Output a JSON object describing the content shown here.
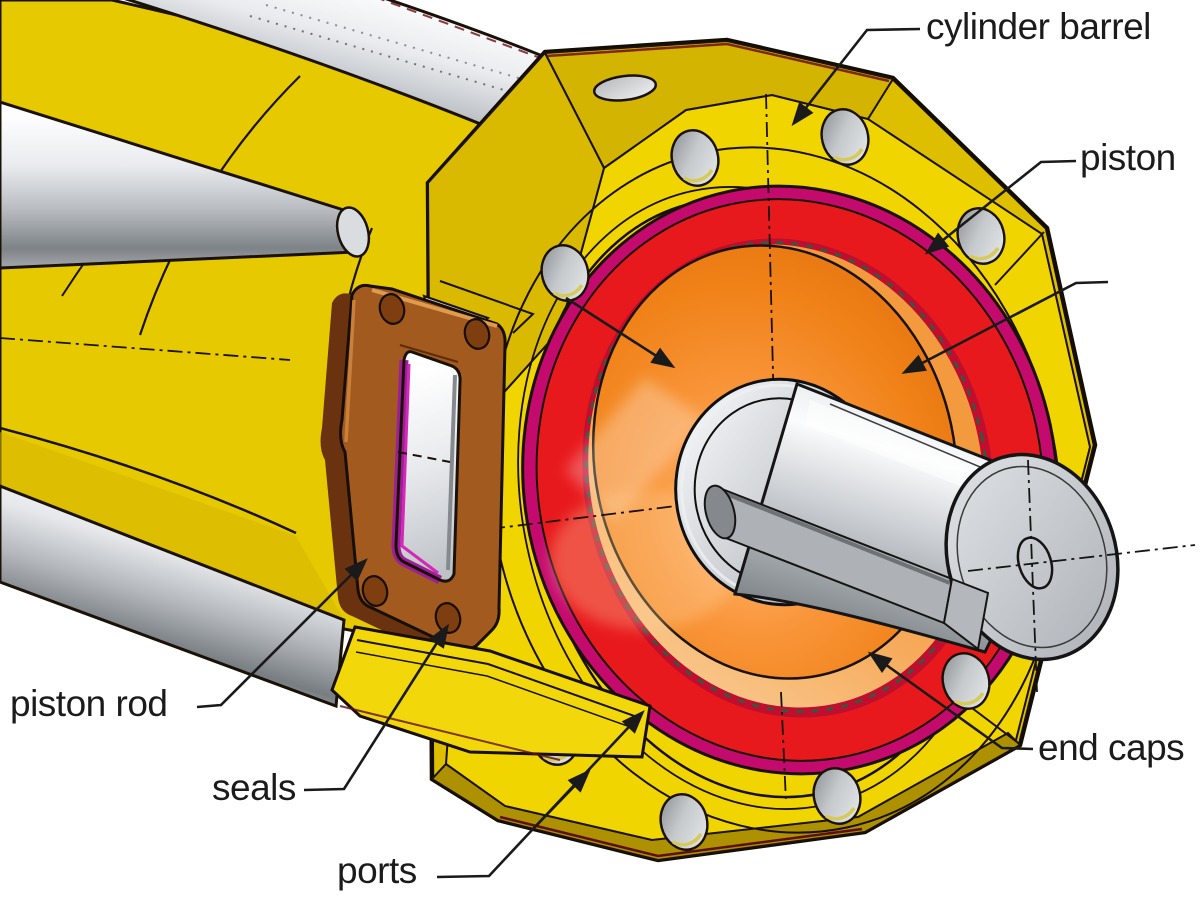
{
  "diagram": {
    "labels": {
      "cylinder_barrel": "cylinder barrel",
      "piston": "piston",
      "piston_rod": "piston rod",
      "seals": "seals",
      "ports": "ports",
      "end_caps": "end caps"
    },
    "colors": {
      "body_yellow": "#F0D500",
      "body_yellow_dark": "#DEBF00",
      "seal_red": "#E8191C",
      "seal_magenta": "#C50A6E",
      "piston_orange": "#F08218",
      "gland_brown": "#A35A1E",
      "rod_gray": "#C9CCD1",
      "outline": "#1A1208",
      "label_text": "#1B1B1B"
    }
  }
}
